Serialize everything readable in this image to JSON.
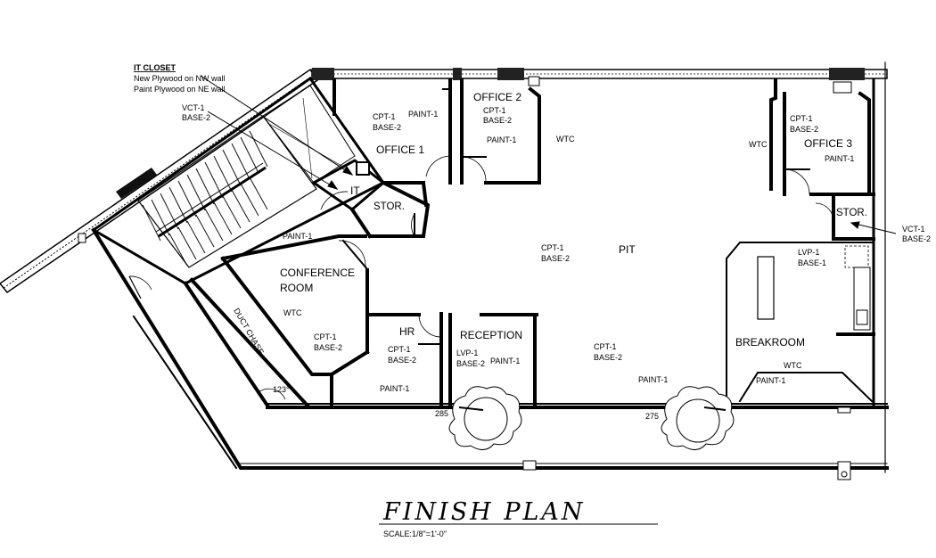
{
  "notes": {
    "it_closet_title": "IT CLOSET",
    "it_closet_line1": "New Plywood on NW wall",
    "it_closet_line2": "Paint Plywood on NE wall",
    "nw_finish_1": "VCT-1",
    "nw_finish_2": "BASE-2",
    "east_finish_1": "VCT-1",
    "east_finish_2": "BASE-2"
  },
  "rooms": {
    "office1": {
      "name": "OFFICE 1",
      "f1": "CPT-1",
      "f2": "BASE-2",
      "paint": "PAINT-1"
    },
    "office2": {
      "name": "OFFICE 2",
      "f1": "CPT-1",
      "f2": "BASE-2",
      "paint": "PAINT-1",
      "wtc": "WTC"
    },
    "office3": {
      "name": "OFFICE 3",
      "f1": "CPT-1",
      "f2": "BASE-2",
      "paint": "PAINT-1",
      "wtc": "WTC"
    },
    "it": {
      "name": "IT"
    },
    "stor1": {
      "name": "STOR."
    },
    "stor2": {
      "name": "STOR."
    },
    "pit": {
      "name": "PIT",
      "f1": "CPT-1",
      "f2": "BASE-2"
    },
    "conference": {
      "name1": "CONFERENCE",
      "name2": "ROOM",
      "paint": "PAINT-1",
      "wtc": "WTC",
      "f1": "CPT-1",
      "f2": "BASE-2"
    },
    "duct": {
      "name": "DUCT CHASE",
      "angle": "123°"
    },
    "hr": {
      "name": "HR",
      "f1": "CPT-1",
      "f2": "BASE-2",
      "paint": "PAINT-1"
    },
    "reception": {
      "name": "RECEPTION",
      "f1": "LVP-1",
      "f2": "BASE-2",
      "paint": "PAINT-1"
    },
    "center": {
      "f1": "CPT-1",
      "f2": "BASE-2",
      "paint": "PAINT-1"
    },
    "breakroom": {
      "name": "BREAKROOM",
      "f1": "LVP-1",
      "f2": "BASE-1",
      "wtc": "WTC",
      "paint": "PAINT-1"
    }
  },
  "door_numbers": {
    "d285": "285",
    "d275": "275"
  },
  "footer": {
    "title": "FINISH PLAN",
    "scale": "SCALE:1/8\"=1'-0\""
  }
}
